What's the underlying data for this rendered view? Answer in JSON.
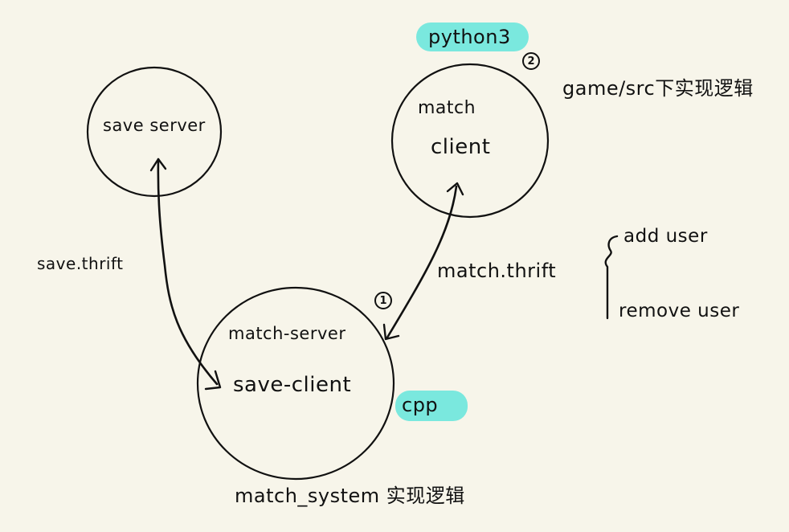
{
  "diagram": {
    "nodes": {
      "save_server": {
        "label": "save server"
      },
      "match_client": {
        "line1": "match",
        "line2": "client"
      },
      "match_system": {
        "line1": "match-server",
        "line2": "save-client"
      }
    },
    "edges": {
      "save_thrift": {
        "label": "save.thrift"
      },
      "match_thrift": {
        "label": "match.thrift"
      }
    },
    "match_thrift_methods": [
      "add user",
      "remove user"
    ],
    "language_tags": {
      "python": {
        "label": "python3",
        "color": "#7ae8de"
      },
      "cpp": {
        "label": "cpp",
        "color": "#7ae8de"
      }
    },
    "step_badges": {
      "step1": "1",
      "step2": "2"
    },
    "annotations": {
      "game_src": "game/src下实现逻辑",
      "match_system": "match_system 实现逻辑"
    },
    "colors": {
      "background": "#f7f5ea",
      "ink": "#111111",
      "highlight": "#7ae8de"
    }
  }
}
